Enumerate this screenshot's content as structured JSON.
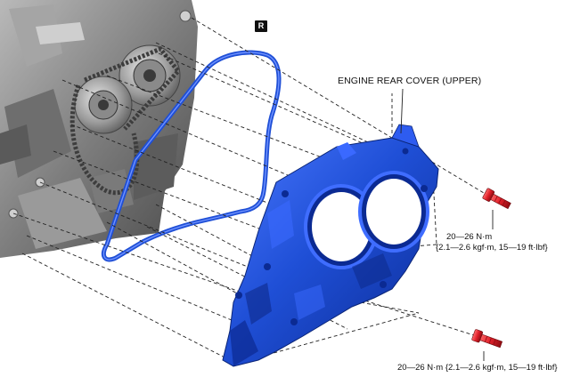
{
  "part_label": "ENGINE REAR COVER (UPPER)",
  "reuse_marker": "R",
  "torque": {
    "upper_line1": "20—26 N·m",
    "upper_line2": "{2.1—2.6 kgf·m, 15—19 ft·lbf}",
    "lower": "20—26 N·m {2.1—2.6 kgf·m, 15—19 ft·lbf}"
  },
  "colors": {
    "cover_blue": "#1f4fd6",
    "cover_dark": "#0d2a8a",
    "bolt_red": "#e0202a",
    "engine_gray": "#8c8c8c"
  }
}
